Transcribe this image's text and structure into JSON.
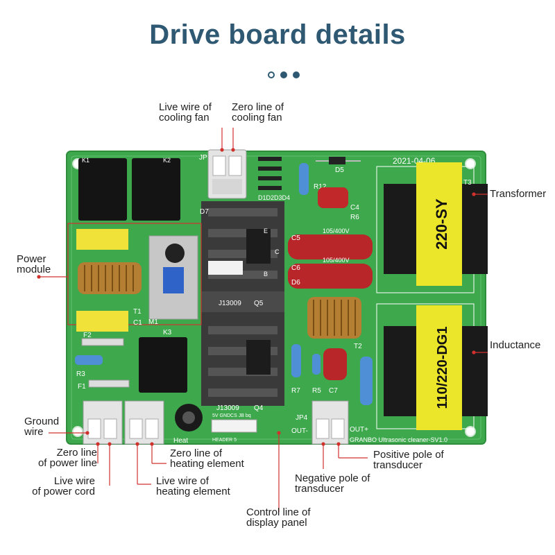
{
  "title": "Drive board details",
  "labels": {
    "live_cooling_fan": "Live wire of\ncooling fan",
    "zero_cooling_fan": "Zero line of\ncooling fan",
    "transformer": "Transformer",
    "power_module": "Power\nmodule",
    "inductance": "Inductance",
    "ground_wire": "Ground\nwire",
    "zero_power_line": "Zero line\nof power line",
    "live_power_cord": "Live wire\nof power cord",
    "zero_heating": "Zero line of\nheating element",
    "live_heating": "Live wire of\nheating element",
    "positive_pole": "Positive pole of\ntransducer",
    "negative_pole": "Negative pole of\ntransducer",
    "control_line": "Control line of\ndisplay panel"
  },
  "board_text": {
    "date": "2021-04-06",
    "transformer_code": "220-SY",
    "inductance_code": "110/220-DG1",
    "brand": "GRANBO Ultrasonic cleaner-SV1.0",
    "q5_chip": "J13009",
    "q5": "Q5",
    "q4_chip": "J13009",
    "q4": "Q4",
    "cap_c5": "105/400V",
    "cap_c6": "105/400V",
    "header_pins": "5V GNDCS JB bq",
    "header": "HEADER 5",
    "heat": "Heat",
    "out_minus": "OUT-",
    "out_plus": "OUT+",
    "jp4": "JP4",
    "jp": "JP",
    "refs": [
      "D5",
      "R12",
      "C4",
      "R6",
      "C5",
      "C6",
      "D6",
      "D7",
      "T3",
      "T1",
      "C1",
      "M1",
      "K3",
      "R3",
      "F1",
      "F2",
      "R7",
      "R5",
      "C7",
      "T2",
      "E",
      "C",
      "B",
      "D1D2D3D4",
      "K1",
      "K2"
    ]
  },
  "colors": {
    "title": "#2f5973",
    "pcb": "#3ea84d",
    "leader": "#d0312d",
    "dots": "#2f5973"
  }
}
